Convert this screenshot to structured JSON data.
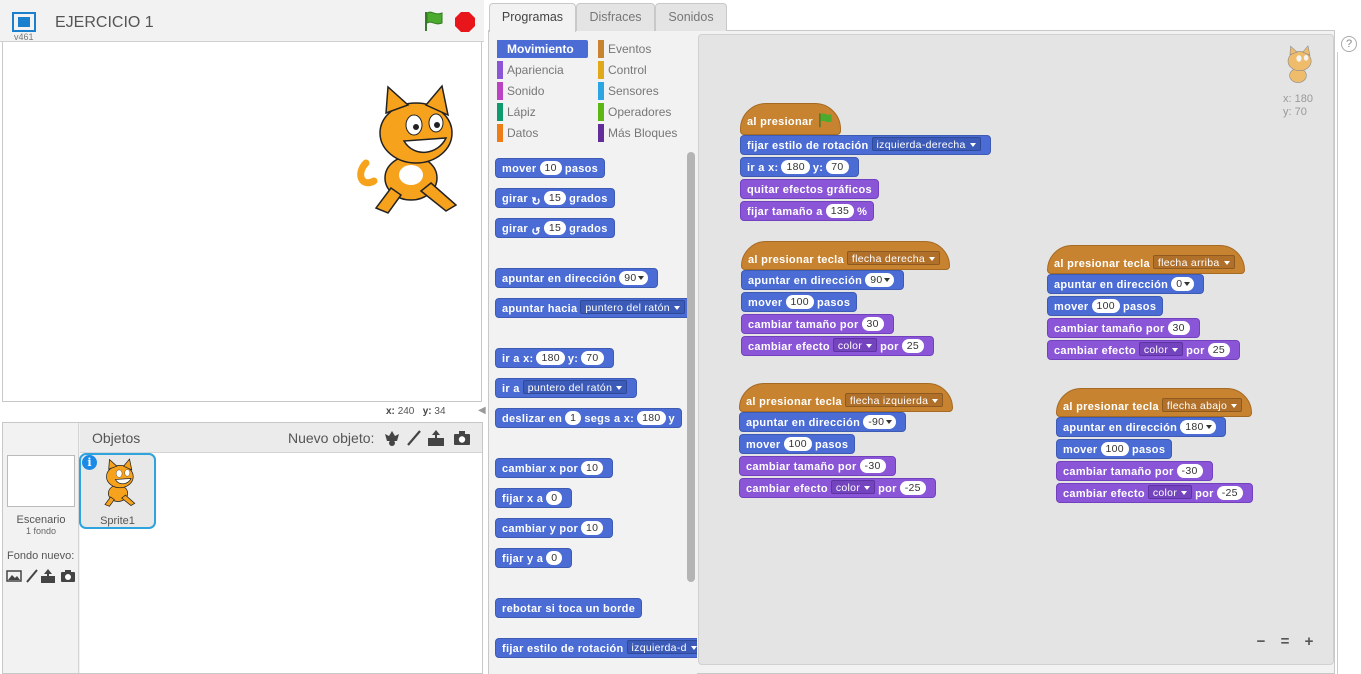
{
  "stage": {
    "title": "EJERCICIO 1",
    "version": "v461",
    "coords": {
      "x_label": "x:",
      "x": "240",
      "y_label": "y:",
      "y": "34"
    }
  },
  "sprites": {
    "objetos_label": "Objetos",
    "nuevo_objeto_label": "Nuevo objeto:",
    "escenario_label": "Escenario",
    "fondos_count": "1 fondo",
    "fondo_nuevo_label": "Fondo nuevo:",
    "sprite1_name": "Sprite1",
    "info_glyph": "i"
  },
  "tabs": [
    {
      "label": "Programas"
    },
    {
      "label": "Disfraces"
    },
    {
      "label": "Sonidos"
    }
  ],
  "categories": [
    {
      "label": "Movimiento",
      "color": "#4a6cd4"
    },
    {
      "label": "Apariencia",
      "color": "#8a55d7"
    },
    {
      "label": "Sonido",
      "color": "#bb42c3"
    },
    {
      "label": "Lápiz",
      "color": "#0e9a6c"
    },
    {
      "label": "Datos",
      "color": "#ee7d16"
    },
    {
      "label": "Eventos",
      "color": "#c88330"
    },
    {
      "label": "Control",
      "color": "#e1a91a"
    },
    {
      "label": "Sensores",
      "color": "#2ca5e2"
    },
    {
      "label": "Operadores",
      "color": "#5cb712"
    },
    {
      "label": "Más Bloques",
      "color": "#632d99"
    }
  ],
  "palette": {
    "mover": "mover",
    "mover_n": "10",
    "pasos": "pasos",
    "girar": "girar",
    "girar_n1": "15",
    "girar_n2": "15",
    "grados": "grados",
    "apuntar_dir": "apuntar en dirección",
    "apuntar_dir_n": "90",
    "apuntar_hacia": "apuntar hacia",
    "puntero": "puntero del ratón",
    "ir_a_x": "ir a x:",
    "ir_x": "180",
    "y": "y:",
    "ir_y": "70",
    "ir_a": "ir a",
    "puntero2": "puntero del ratón",
    "deslizar": "deslizar en",
    "deslizar_n": "1",
    "segs_a_x": "segs a x:",
    "deslizar_x": "180",
    "cambiar_x": "cambiar x por",
    "cambiar_x_n": "10",
    "fijar_x": "fijar x a",
    "fijar_x_n": "0",
    "cambiar_y": "cambiar y por",
    "cambiar_y_n": "10",
    "fijar_y": "fijar y a",
    "fijar_y_n": "0",
    "rebotar": "rebotar si toca un borde",
    "fijar_estilo": "fijar estilo de rotación",
    "estilo": "izquierda-d"
  },
  "scripts": {
    "s1": {
      "hat": "al presionar",
      "b1": "fijar estilo de rotación",
      "b1_dd": "izquierda-derecha",
      "b2": "ir a x:",
      "b2_x": "180",
      "b2_y_label": "y:",
      "b2_y": "70",
      "b3": "quitar efectos gráficos",
      "b4": "fijar tamaño a",
      "b4_n": "135",
      "b4_pct": "%"
    },
    "s2": {
      "hat": "al presionar tecla",
      "key": "flecha derecha",
      "dir": "apuntar en dirección",
      "dir_n": "90",
      "mover": "mover",
      "mover_n": "100",
      "pasos": "pasos",
      "tam": "cambiar tamaño por",
      "tam_n": "30",
      "efecto": "cambiar efecto",
      "efecto_dd": "color",
      "por": "por",
      "efecto_n": "25"
    },
    "s3": {
      "hat": "al presionar tecla",
      "key": "flecha arriba",
      "dir": "apuntar en dirección",
      "dir_n": "0",
      "mover": "mover",
      "mover_n": "100",
      "pasos": "pasos",
      "tam": "cambiar tamaño por",
      "tam_n": "30",
      "efecto": "cambiar efecto",
      "efecto_dd": "color",
      "por": "por",
      "efecto_n": "25"
    },
    "s4": {
      "hat": "al presionar tecla",
      "key": "flecha izquierda",
      "dir": "apuntar en dirección",
      "dir_n": "-90",
      "mover": "mover",
      "mover_n": "100",
      "pasos": "pasos",
      "tam": "cambiar tamaño por",
      "tam_n": "-30",
      "efecto": "cambiar efecto",
      "efecto_dd": "color",
      "por": "por",
      "efecto_n": "-25"
    },
    "s5": {
      "hat": "al presionar tecla",
      "key": "flecha abajo",
      "dir": "apuntar en dirección",
      "dir_n": "180",
      "mover": "mover",
      "mover_n": "100",
      "pasos": "pasos",
      "tam": "cambiar tamaño por",
      "tam_n": "-30",
      "efecto": "cambiar efecto",
      "efecto_dd": "color",
      "por": "por",
      "efecto_n": "-25"
    }
  },
  "ghost": {
    "x": "x: 180",
    "y": "y: 70"
  },
  "zoom": {
    "out": "−",
    "reset": "=",
    "in": "+"
  },
  "help": "?"
}
